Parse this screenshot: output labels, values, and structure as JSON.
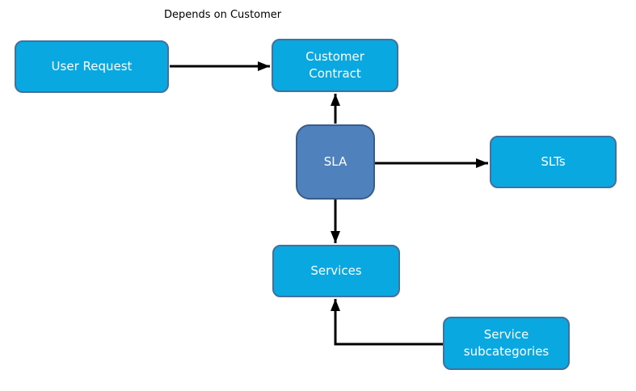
{
  "colors": {
    "node-fill": "#0aa8e1",
    "node-border": "#41719c",
    "sla-fill": "#4f81bd",
    "sla-border": "#385d8a",
    "arrow": "#000000",
    "node-text": "#ffffff",
    "annotation-text": "#000000",
    "background": "#ffffff"
  },
  "diagram": {
    "annotation": "Depends on Customer",
    "nodes": [
      {
        "id": "user-request",
        "label": "User Request",
        "style": "primary"
      },
      {
        "id": "customer-contract",
        "label": "Customer Contract",
        "style": "primary"
      },
      {
        "id": "sla",
        "label": "SLA",
        "style": "secondary"
      },
      {
        "id": "slts",
        "label": "SLTs",
        "style": "primary"
      },
      {
        "id": "services",
        "label": "Services",
        "style": "primary"
      },
      {
        "id": "service-subcategories",
        "label": "Service subcategories",
        "style": "primary"
      }
    ],
    "edges": [
      {
        "from": "user-request",
        "to": "customer-contract",
        "label": "Depends on Customer"
      },
      {
        "from": "sla",
        "to": "customer-contract"
      },
      {
        "from": "sla",
        "to": "slts"
      },
      {
        "from": "sla",
        "to": "services"
      },
      {
        "from": "service-subcategories",
        "to": "services"
      }
    ]
  }
}
